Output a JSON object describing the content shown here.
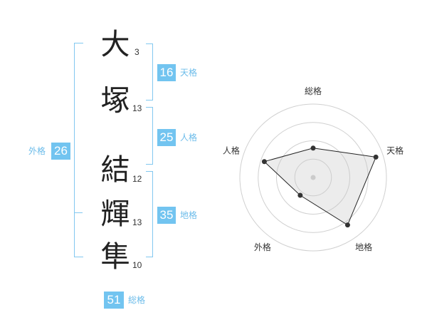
{
  "name": {
    "chars": [
      {
        "char": "大",
        "strokes": "3"
      },
      {
        "char": "塚",
        "strokes": "13"
      },
      {
        "char": "結",
        "strokes": "12"
      },
      {
        "char": "輝",
        "strokes": "13"
      },
      {
        "char": "隼",
        "strokes": "10"
      }
    ]
  },
  "fortunes": {
    "tenkaku": {
      "value": "16",
      "label": "天格"
    },
    "jinkaku": {
      "value": "25",
      "label": "人格"
    },
    "chikaku": {
      "value": "35",
      "label": "地格"
    },
    "gaikaku": {
      "value": "26",
      "label": "外格"
    },
    "soukaku": {
      "value": "51",
      "label": "総格"
    }
  },
  "colors": {
    "accent": "#72c4f0",
    "bracket": "#82c8f0"
  },
  "chart_data": {
    "type": "radar",
    "axes": [
      "総格",
      "天格",
      "地格",
      "外格",
      "人格"
    ],
    "values": [
      2,
      4.5,
      4,
      1.5,
      3.5
    ],
    "rmax": 5,
    "rings": 4,
    "grid": true
  }
}
